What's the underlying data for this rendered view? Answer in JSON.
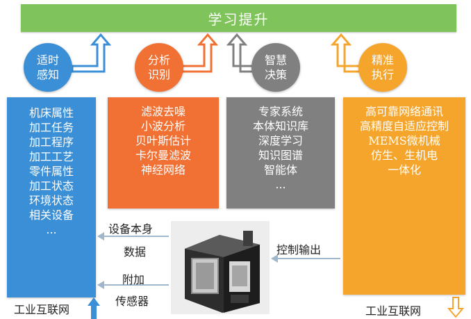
{
  "banner": {
    "title": "学习提升"
  },
  "stages": [
    {
      "title": "适时\n感知",
      "color": "#3b8fd6",
      "items": [
        "机床属性",
        "加工任务",
        "加工程序",
        "加工工艺",
        "零件属性",
        "加工状态",
        "环境状态",
        "相关设备",
        "..."
      ]
    },
    {
      "title": "分析\n识别",
      "color": "#f07133",
      "items": [
        "滤波去噪",
        "小波分析",
        "贝叶斯估计",
        "卡尔曼滤波",
        "神经网络"
      ]
    },
    {
      "title": "智慧\n决策",
      "color": "#808080",
      "items": [
        "专家系统",
        "本体知识库",
        "深度学习",
        "知识图谱",
        "智能体",
        "..."
      ]
    },
    {
      "title": "精准\n执行",
      "color": "#f6a52c",
      "items": [
        "高可靠网络通讯",
        "高精度自适应控制",
        "MEMS微机械",
        "仿生、生机电",
        "一体化"
      ]
    }
  ],
  "labels": {
    "device_itself": "设备本身",
    "data": "数据",
    "additional": "附加",
    "sensor": "传感器",
    "control_output": "控制输出",
    "iiot_left": "工业互联网",
    "iiot_right": "工业互联网"
  }
}
